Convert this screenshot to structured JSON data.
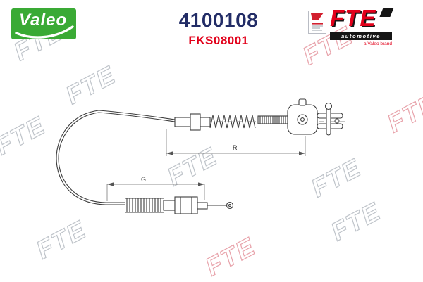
{
  "branding": {
    "valeo_text": "Valeo",
    "part_number": "4100108",
    "reference": "FKS08001",
    "fte_name": "FTE",
    "fte_division": "automotive",
    "fte_tagline": "a Valeo brand"
  },
  "watermark": {
    "text": "FTE"
  },
  "diagram": {
    "dim_r": "R",
    "dim_g": "G"
  },
  "colors": {
    "valeo_green": "#3aaa35",
    "part_number_navy": "#222c66",
    "reference_red": "#e2001a",
    "fte_red": "#e2001a",
    "watermark_gray": "#c9ccd1",
    "watermark_pink": "#e6b4ba"
  }
}
